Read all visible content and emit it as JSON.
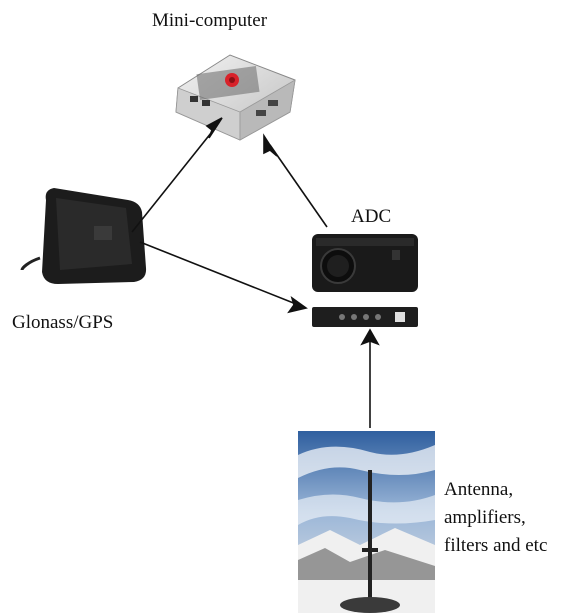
{
  "labels": {
    "mini_computer": "Mini-computer",
    "adc": "ADC",
    "gps": "Glonass/GPS",
    "antenna": [
      "Antenna,",
      "amplifiers,",
      "filters and etc"
    ]
  },
  "colors": {
    "arrow": "#111111",
    "device_dark": "#1c1c1c",
    "case_clear": "#d9d9d9",
    "board_red": "#d8222a",
    "sky": "#4d7fbf",
    "snow": "#f2f2f2"
  },
  "icons": {
    "mini_computer": "mini-computer-photo",
    "adc": "adc-device-photo",
    "gps": "gps-receiver-photo",
    "adc_panel": "adc-connector-panel-photo",
    "antenna": "antenna-site-photo"
  }
}
